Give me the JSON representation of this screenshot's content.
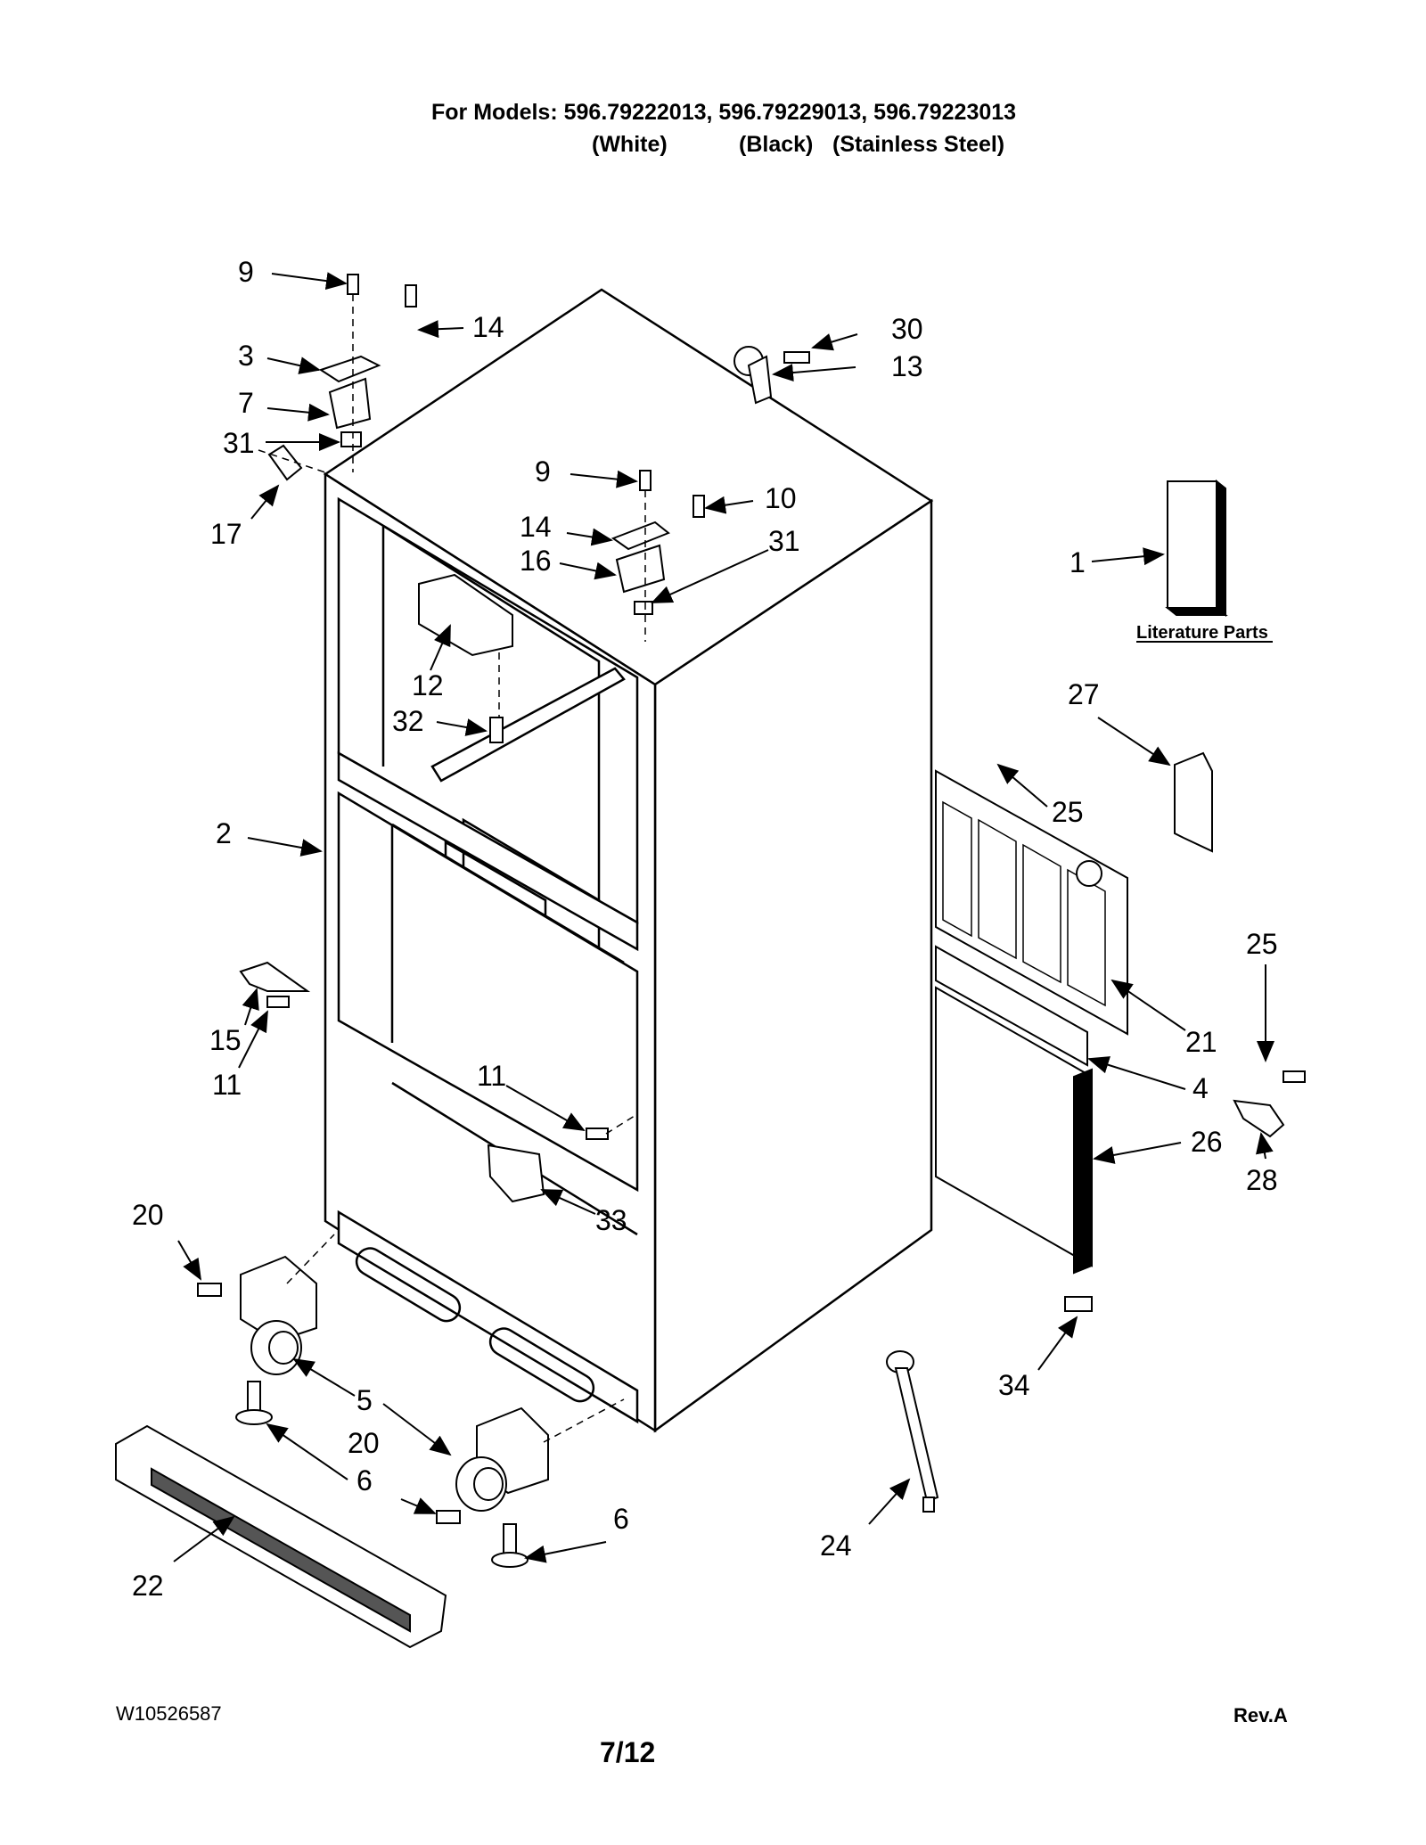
{
  "header": {
    "models_line": "For Models: 596.79222013, 596.79229013, 596.79223013",
    "finishes": [
      "(White)",
      "(Black)",
      "(Stainless Steel)"
    ]
  },
  "literature_label": "Literature Parts",
  "callouts": [
    "9",
    "14",
    "3",
    "7",
    "31",
    "17",
    "30",
    "13",
    "9",
    "10",
    "14",
    "16",
    "31",
    "1",
    "12",
    "32",
    "27",
    "25",
    "2",
    "25",
    "21",
    "15",
    "11",
    "4",
    "11",
    "28",
    "26",
    "33",
    "20",
    "5",
    "20",
    "6",
    "6",
    "34",
    "24",
    "22"
  ],
  "footer": {
    "doc_number": "W10526587",
    "page": "7/12",
    "revision": "Rev.A"
  }
}
